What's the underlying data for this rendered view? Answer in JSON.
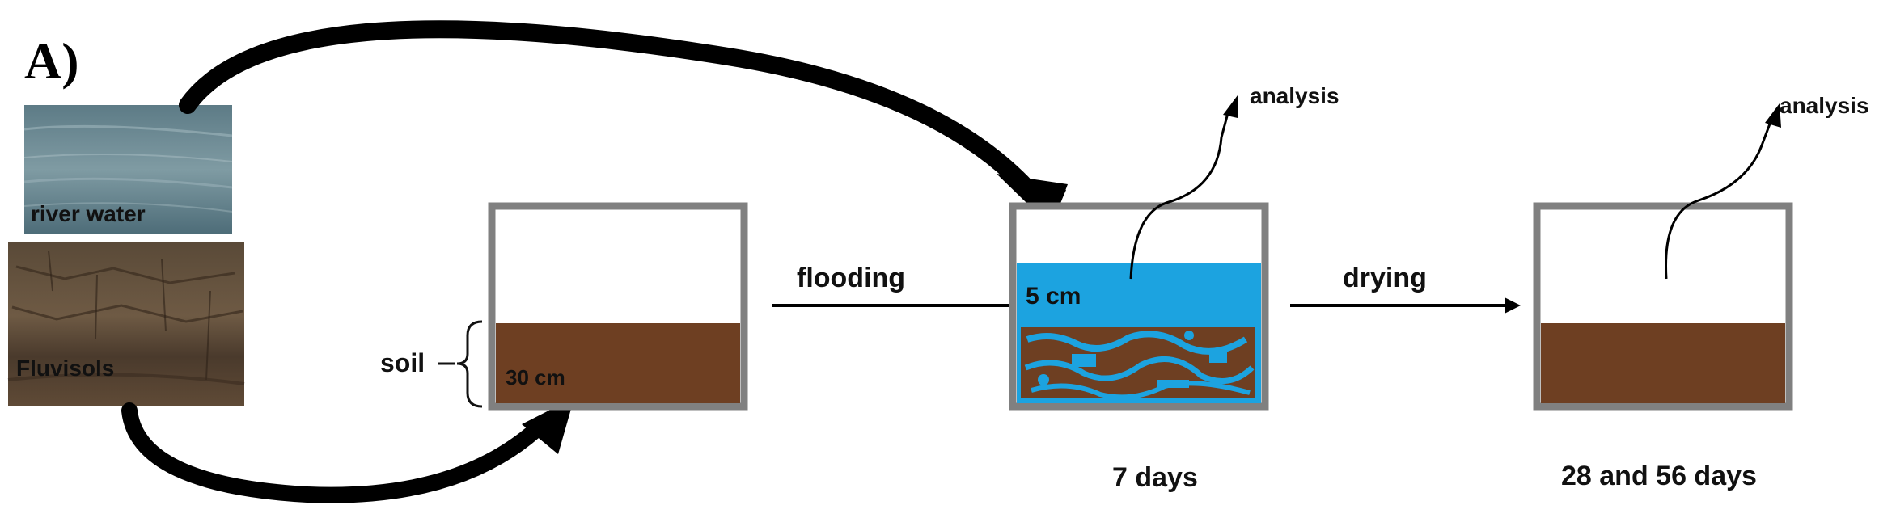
{
  "panel_label": "A)",
  "photos": {
    "river_water_label": "river water",
    "soil_label": "Fluvisols"
  },
  "steps": {
    "soil_label": "soil",
    "soil_depth": "30 cm",
    "flooding_label": "flooding",
    "water_depth": "5 cm",
    "drying_label": "drying",
    "analysis_label_1": "analysis",
    "analysis_label_2": "analysis",
    "time_1": "7 days",
    "time_2": "28 and 56 days"
  },
  "colors": {
    "soil": "#6e3f22",
    "water": "#1ca3e0",
    "container_border": "#808080",
    "arrow": "#000000"
  },
  "icons": {
    "river_photo": "river-water-photo",
    "soil_photo": "soil-profile-photo"
  }
}
